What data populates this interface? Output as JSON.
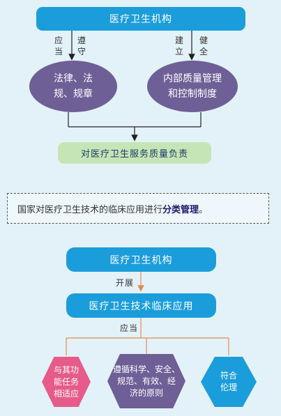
{
  "top": {
    "header": "医疗卫生机构",
    "left_label": [
      "应",
      "当",
      "遵",
      "守"
    ],
    "right_label": [
      "建",
      "立",
      "健",
      "全"
    ],
    "left_oval": [
      "法律、法",
      "规、规章"
    ],
    "right_oval": [
      "内部质量管理",
      "和控制制度"
    ],
    "result": "对医疗卫生服务质量负责"
  },
  "note": {
    "prefix": "国家对医疗卫生技术的临床应用进行",
    "bold": "分类管理",
    "suffix": "。"
  },
  "bottom": {
    "header": "医疗卫生机构",
    "arrow_label": "开展",
    "second": "医疗卫生技术临床应用",
    "branch_label": "应当",
    "shapes": [
      {
        "lines": [
          "与其功",
          "能任务",
          "相适应"
        ],
        "color": "#e65b8a"
      },
      {
        "lines": [
          "遵循科学、安全、",
          "规范、有效、经",
          "济的原则"
        ],
        "color": "#6e5f96"
      },
      {
        "lines": [
          "符合",
          "伦理"
        ],
        "color": "#1c9ddb"
      }
    ]
  },
  "colors": {
    "blue": "#1c9ddb",
    "purple": "#6e5f96",
    "green": "#c6e5b6",
    "pink": "#e65b8a",
    "orange_line": "#e48a55",
    "background": "#e3f2f8"
  }
}
